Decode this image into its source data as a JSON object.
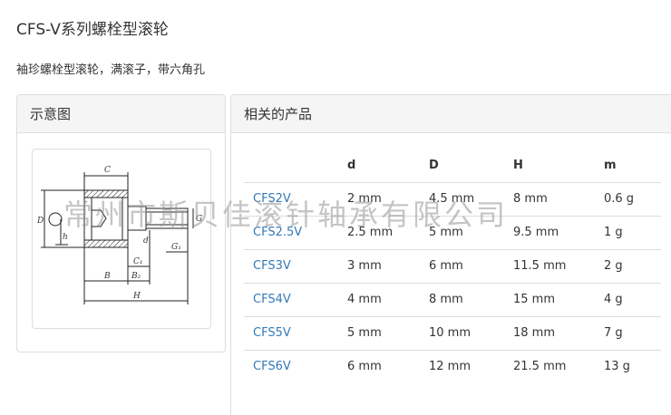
{
  "header": {
    "title": "CFS-V系列螺栓型滚轮",
    "description": "袖珍螺栓型滚轮，满滚子，带六角孔"
  },
  "diagram_panel": {
    "heading": "示意图",
    "labels": {
      "C": "C",
      "D": "D",
      "h": "h",
      "d": "d",
      "G1": "G₁",
      "C1": "C₁",
      "G": "G",
      "B": "B",
      "B2": "B₂",
      "H": "H"
    }
  },
  "products_panel": {
    "heading": "相关的产品",
    "columns": [
      "",
      "d",
      "D",
      "H",
      "m"
    ],
    "rows": [
      {
        "model": "CFS2V",
        "d": "2 mm",
        "D": "4.5 mm",
        "H": "8 mm",
        "m": "0.6 g"
      },
      {
        "model": "CFS2.5V",
        "d": "2.5 mm",
        "D": "5 mm",
        "H": "9.5 mm",
        "m": "1 g"
      },
      {
        "model": "CFS3V",
        "d": "3 mm",
        "D": "6 mm",
        "H": "11.5 mm",
        "m": "2 g"
      },
      {
        "model": "CFS4V",
        "d": "4 mm",
        "D": "8 mm",
        "H": "15 mm",
        "m": "4 g"
      },
      {
        "model": "CFS5V",
        "d": "5 mm",
        "D": "10 mm",
        "H": "18 mm",
        "m": "7 g"
      },
      {
        "model": "CFS6V",
        "d": "6 mm",
        "D": "12 mm",
        "H": "21.5 mm",
        "m": "13 g"
      }
    ]
  },
  "watermark": "常州市斯贝佳滚针轴承有限公司",
  "colors": {
    "link": "#337ab7",
    "border": "#dddddd",
    "panel_heading_bg": "#f5f5f5"
  }
}
